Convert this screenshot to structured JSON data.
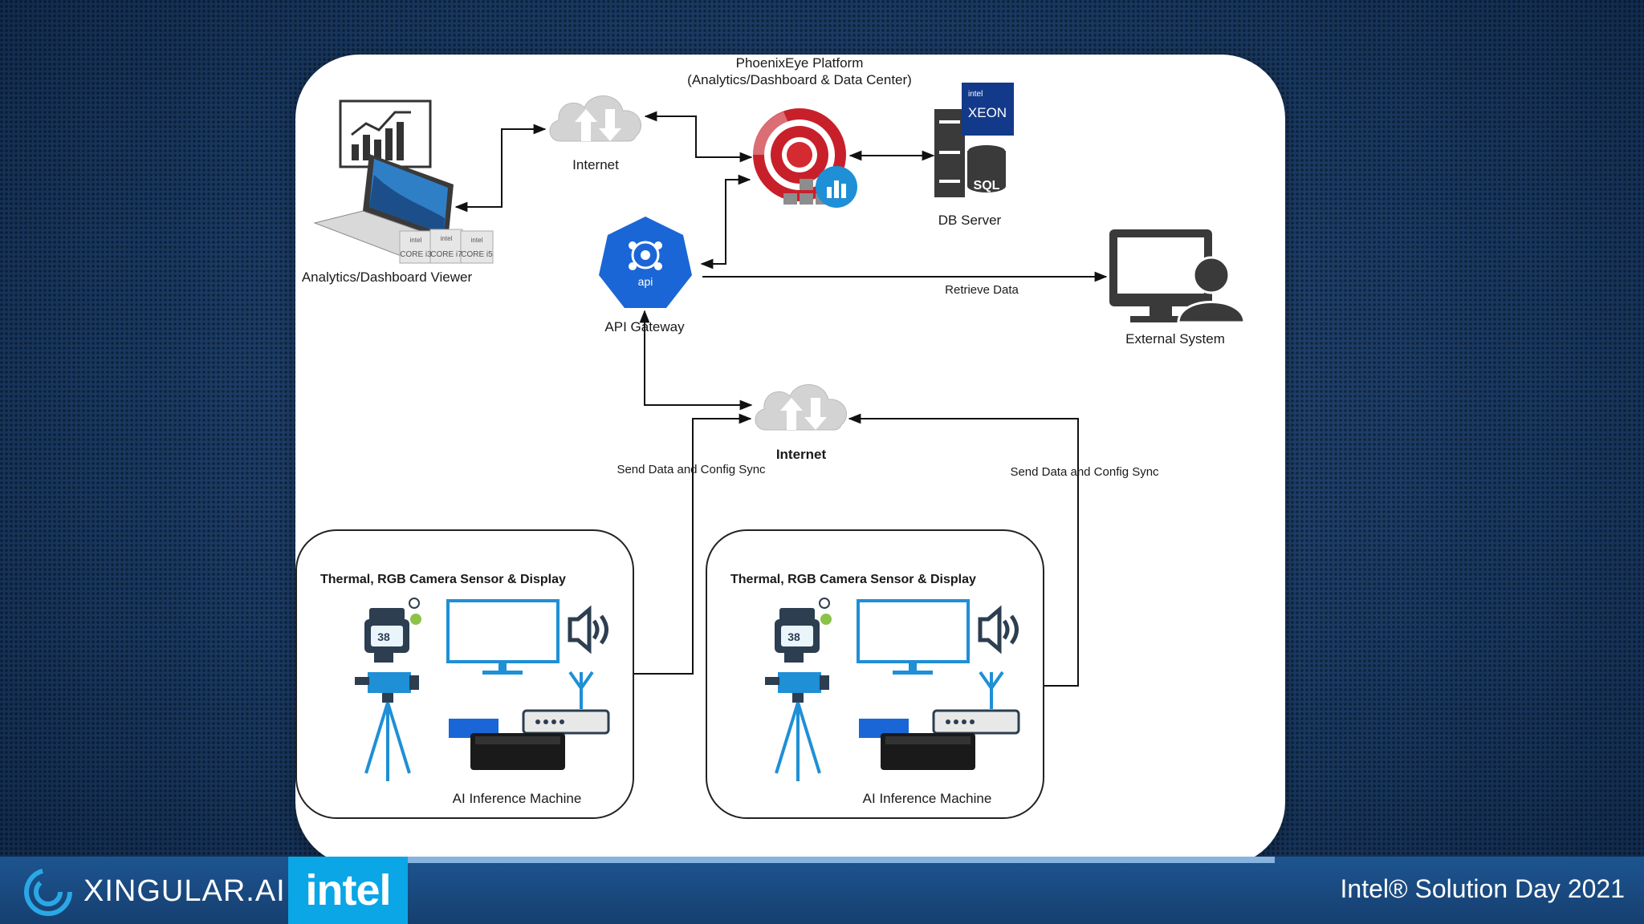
{
  "platform": {
    "title": "PhoenixEye Platform",
    "subtitle": "(Analytics/Dashboard & Data Center)"
  },
  "nodes": {
    "internet_top": "Internet",
    "internet_mid": "Internet",
    "db_server": "DB Server",
    "sql_badge": "SQL",
    "xeon_badge_top": "intel",
    "xeon_badge": "XEON",
    "viewer": "Analytics/Dashboard Viewer",
    "api_gateway": "API Gateway",
    "api_badge": "api",
    "external_system": "External System",
    "chip_brand": "intel",
    "chips": [
      "CORE i3",
      "CORE i7",
      "CORE i5"
    ]
  },
  "edges": {
    "retrieve_data": "Retrieve Data",
    "send_left": "Send Data and Config Sync",
    "send_right": "Send Data and Config Sync"
  },
  "sites": [
    {
      "title": "Thermal, RGB Camera Sensor & Display",
      "machine": "AI Inference Machine",
      "temp": "38"
    },
    {
      "title": "Thermal, RGB Camera Sensor & Display",
      "machine": "AI Inference Machine",
      "temp": "38"
    }
  ],
  "footer": {
    "brand": "XINGULAR.AI",
    "intel": "intel",
    "event": "Intel® Solution Day 2021"
  },
  "colors": {
    "accent_blue": "#1f8fd6",
    "phoenix_red": "#c8202a",
    "api_blue": "#1a66d6",
    "footer": "#1d5590",
    "intel_blue": "#0aa6e6"
  }
}
